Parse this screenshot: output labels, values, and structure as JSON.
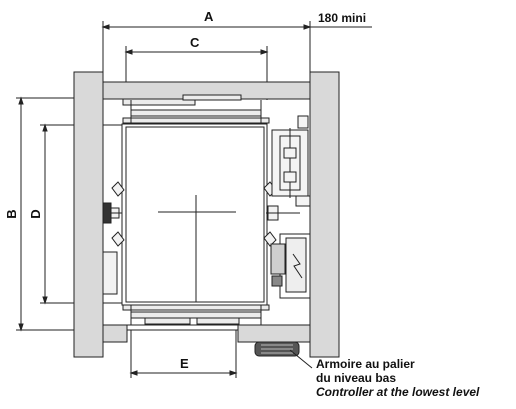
{
  "dimensions": {
    "A": "A",
    "B": "B",
    "C": "C",
    "D": "D",
    "E": "E",
    "min_clearance": "180 mini"
  },
  "controller_note": {
    "line1": "Armoire au palier",
    "line2": "du niveau bas",
    "line3": "Controller at the lowest level"
  }
}
